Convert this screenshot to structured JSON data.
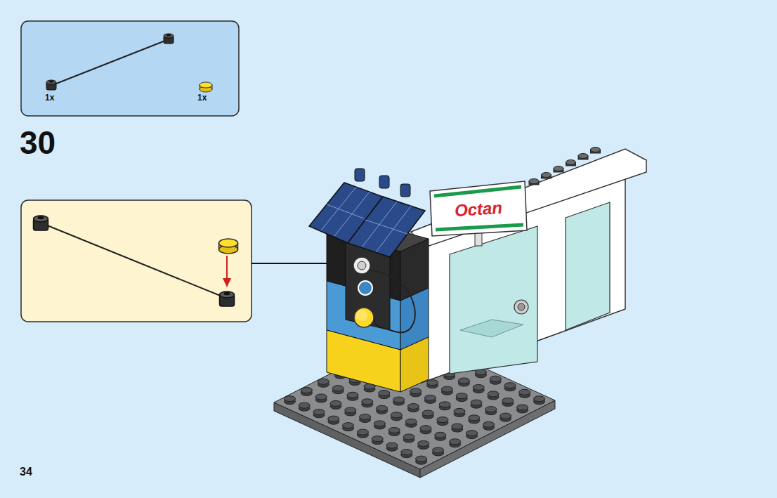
{
  "diagram": {
    "labels": [
      "1x",
      "1x",
      "30",
      "Octan",
      "34"
    ]
  }
}
